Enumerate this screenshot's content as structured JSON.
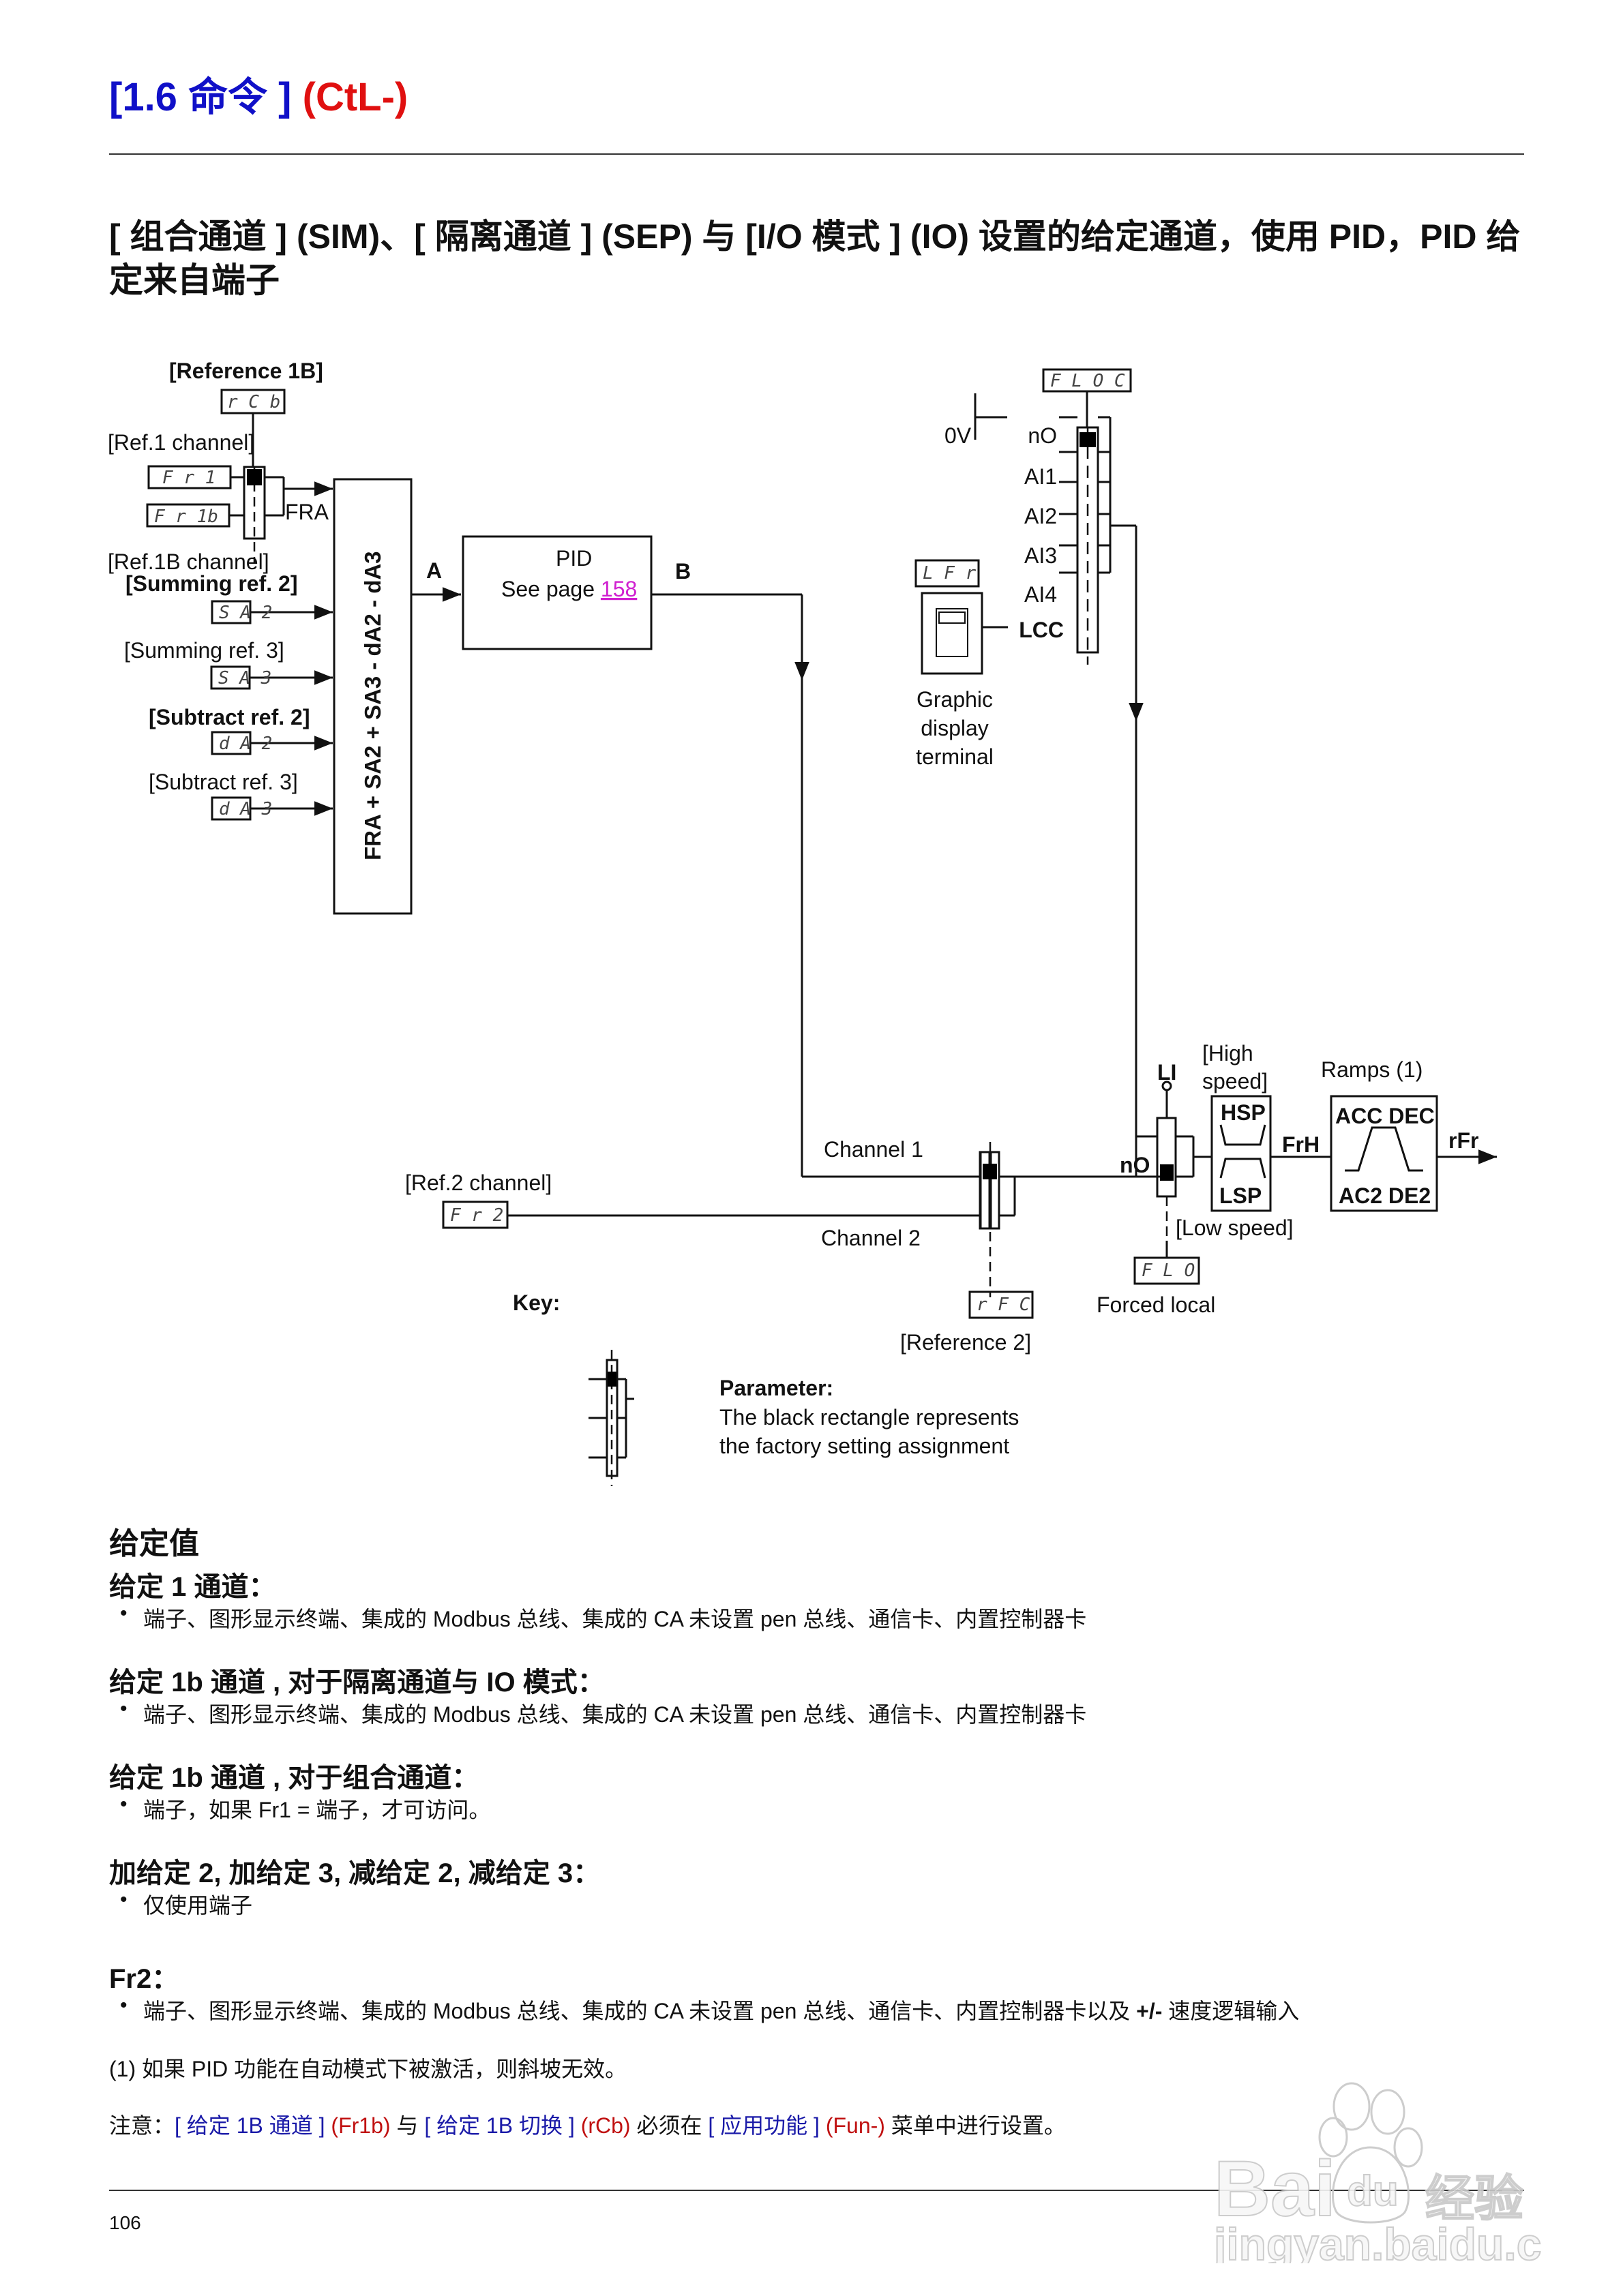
{
  "header": {
    "section_number": "[1.6 命令 ]",
    "section_code": "(CtL-)",
    "subtitle": "[ 组合通道 ] (SIM)、[ 隔离通道 ] (SEP) 与 [I/O 模式 ] (IO) 设置的给定通道，使用 PID，PID 给定来自端子"
  },
  "colors": {
    "title_blue": "#1010c8",
    "title_red": "#e01010",
    "link_magenta": "#d020d0",
    "note_blue": "#1a1aa8",
    "note_red": "#c01010"
  },
  "diagram": {
    "reference_1b_label": "[Reference 1B]",
    "rcb_code": "r C b",
    "ref1_channel_label": "[Ref.1 channel]",
    "fr1_code": "F r 1",
    "fr1b_code": "F r 1b",
    "ref1b_channel_label": "[Ref.1B channel]",
    "fra_label": "FRA",
    "summing2_label": "[Summing ref. 2]",
    "sa2_code": "S A 2",
    "summing3_label": "[Summing ref. 3]",
    "sa3_code": "S A 3",
    "subtract2_label": "[Subtract ref. 2]",
    "da2_code": "d A 2",
    "subtract3_label": "[Subtract ref. 3]",
    "da3_code": "d A 3",
    "sum_formula": "FRA + SA2 + SA3 - dA2 - dA3",
    "point_a": "A",
    "point_b": "B",
    "pid_title": "PID",
    "pid_see_page": "See page ",
    "pid_page_link": "158",
    "floc_code": "F L O C",
    "zero_v": "0V",
    "inputs": [
      "nO",
      "AI1",
      "AI2",
      "AI3",
      "AI4",
      "LCC"
    ],
    "lfr_code": "L F r",
    "graphic_terminal_lines": [
      "Graphic",
      "display",
      "terminal"
    ],
    "channel1_label": "Channel 1",
    "channel2_label": "Channel 2",
    "ref2_channel_label": "[Ref.2 channel]",
    "fr2_code": "F r 2",
    "rfc_code": "r F C",
    "reference2_label": "[Reference 2]",
    "li_label": "LI",
    "no_label": "nO",
    "flo_code": "F L O",
    "forced_local_label": "Forced local",
    "high_speed_lines": [
      "[High",
      "speed]"
    ],
    "hsp_label": "HSP",
    "lsp_label": "LSP",
    "low_speed_label": "[Low speed]",
    "frh_label": "FrH",
    "ramps_label": "Ramps (1)",
    "acc_dec_label": "ACC DEC",
    "ac2_de2_label": "AC2 DE2",
    "rfr_label": "rFr",
    "key_label": "Key:",
    "parameter_title": "Parameter:",
    "parameter_desc_lines": [
      "The black rectangle represents",
      "the factory setting assignment"
    ]
  },
  "sections": {
    "heading": "给定值",
    "items": [
      {
        "title": "给定 1 通道：",
        "bullet": "端子、图形显示终端、集成的 Modbus 总线、集成的 CA 未设置 pen 总线、通信卡、内置控制器卡"
      },
      {
        "title": "给定 1b 通道 , 对于隔离通道与 IO 模式：",
        "bullet": "端子、图形显示终端、集成的 Modbus 总线、集成的 CA 未设置 pen 总线、通信卡、内置控制器卡"
      },
      {
        "title": "给定 1b 通道 , 对于组合通道：",
        "bullet": "端子，如果 Fr1 = 端子，才可访问。"
      },
      {
        "title": "加给定 2, 加给定 3, 减给定 2, 减给定 3：",
        "bullet": "仅使用端子"
      },
      {
        "title": "Fr2：",
        "bullet_pre": "端子、图形显示终端、集成的 Modbus 总线、集成的 CA 未设置 pen 总线、通信卡、内置控制器卡以及 ",
        "bullet_bold": "+/-",
        "bullet_post": " 速度逻辑输入"
      }
    ]
  },
  "footnote": "(1) 如果 PID 功能在自动模式下被激活，则斜坡无效。",
  "note": {
    "prefix": "注意：",
    "p1": "[ 给定 1B 通道 ]",
    "p2": " (Fr1b)",
    "p3": " 与 ",
    "p4": "[ 给定 1B 切换 ]",
    "p5": " (rCb)",
    "p6": " 必须在 ",
    "p7": "[ 应用功能 ]",
    "p8": " (Fun-)",
    "p9": " 菜单中进行设置。"
  },
  "page_number": "106",
  "watermark": {
    "brand_a": "Bai",
    "brand_b": "du",
    "brand_cn": "经验",
    "url": "jingyan.baidu.com"
  }
}
